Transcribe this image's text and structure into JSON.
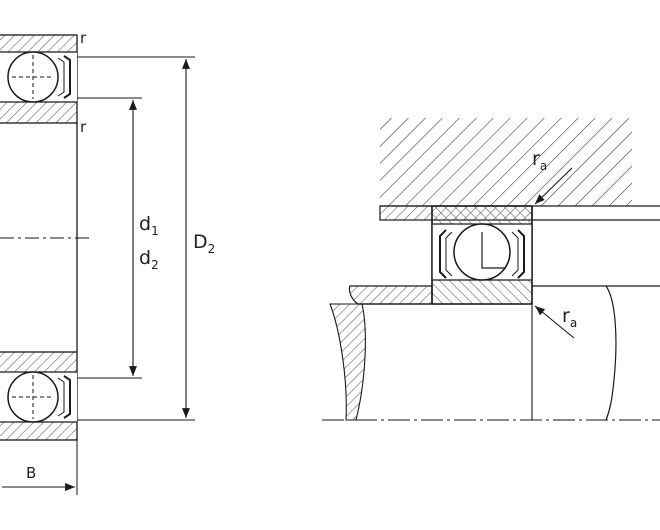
{
  "colors": {
    "line": "#1a1a1a",
    "hatch": "#666666",
    "face": "#d9d9d9",
    "background": "#ffffff"
  },
  "labels": {
    "r_top": "r",
    "r_mid": "r",
    "d1_main": "d",
    "d1_sub": "1",
    "d2_main": "d",
    "d2_sub": "2",
    "D2_main": "D",
    "D2_sub": "2",
    "B": "B",
    "ra_top_main": "r",
    "ra_top_sub": "a",
    "ra_bottom_main": "r",
    "ra_bottom_sub": "a"
  }
}
